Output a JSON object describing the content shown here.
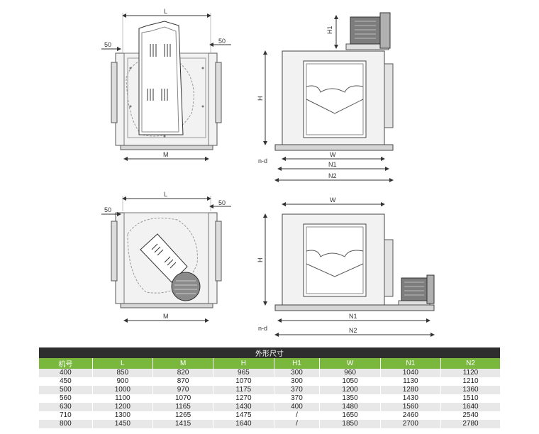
{
  "labels": {
    "L": "L",
    "M": "M",
    "W": "W",
    "H": "H",
    "H1": "H1",
    "N1": "N1",
    "N2": "N2",
    "nd": "n-d",
    "fifty": "50"
  },
  "table": {
    "title": "外形尺寸",
    "headers": [
      "机号",
      "L",
      "M",
      "H",
      "H1",
      "W",
      "N1",
      "N2"
    ],
    "rows": [
      [
        "400",
        "850",
        "820",
        "965",
        "300",
        "960",
        "1040",
        "1120"
      ],
      [
        "450",
        "900",
        "870",
        "1070",
        "300",
        "1050",
        "1130",
        "1210"
      ],
      [
        "500",
        "1000",
        "970",
        "1175",
        "370",
        "1200",
        "1280",
        "1360"
      ],
      [
        "560",
        "1100",
        "1070",
        "1270",
        "370",
        "1350",
        "1430",
        "1510"
      ],
      [
        "630",
        "1200",
        "1165",
        "1430",
        "400",
        "1480",
        "1560",
        "1640"
      ],
      [
        "710",
        "1300",
        "1265",
        "1475",
        "/",
        "1650",
        "2460",
        "2540"
      ],
      [
        "800",
        "1450",
        "1415",
        "1640",
        "/",
        "1850",
        "2700",
        "2780"
      ]
    ]
  }
}
